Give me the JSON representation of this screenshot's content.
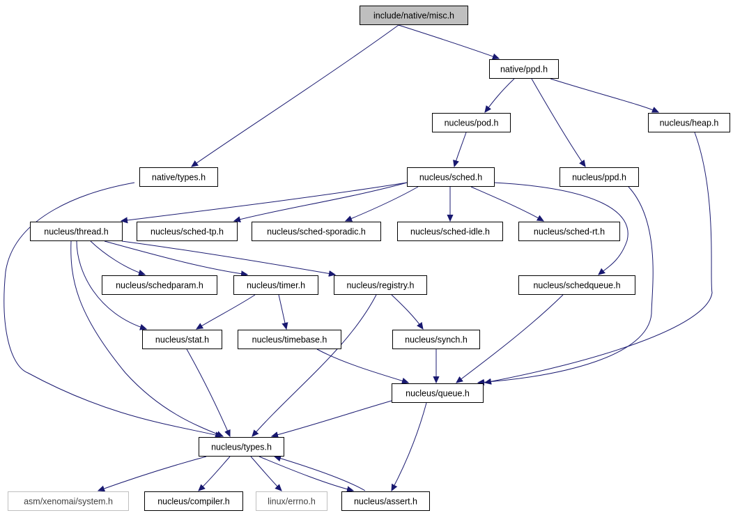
{
  "colors": {
    "edge": "#191970",
    "root_fill": "#bfbfbf",
    "external_border": "#bfbfbf"
  },
  "nodes": {
    "misc": {
      "label": "include/native/misc.h",
      "kind": "root"
    },
    "native_ppd": {
      "label": "native/ppd.h"
    },
    "nucleus_pod": {
      "label": "nucleus/pod.h"
    },
    "nucleus_heap": {
      "label": "nucleus/heap.h"
    },
    "native_types": {
      "label": "native/types.h"
    },
    "nucleus_sched": {
      "label": "nucleus/sched.h"
    },
    "nucleus_ppd": {
      "label": "nucleus/ppd.h"
    },
    "nucleus_thread": {
      "label": "nucleus/thread.h"
    },
    "nucleus_sched_tp": {
      "label": "nucleus/sched-tp.h"
    },
    "nucleus_sched_sporadic": {
      "label": "nucleus/sched-sporadic.h"
    },
    "nucleus_sched_idle": {
      "label": "nucleus/sched-idle.h"
    },
    "nucleus_sched_rt": {
      "label": "nucleus/sched-rt.h"
    },
    "nucleus_schedparam": {
      "label": "nucleus/schedparam.h"
    },
    "nucleus_timer": {
      "label": "nucleus/timer.h"
    },
    "nucleus_registry": {
      "label": "nucleus/registry.h"
    },
    "nucleus_schedqueue": {
      "label": "nucleus/schedqueue.h"
    },
    "nucleus_stat": {
      "label": "nucleus/stat.h"
    },
    "nucleus_timebase": {
      "label": "nucleus/timebase.h"
    },
    "nucleus_synch": {
      "label": "nucleus/synch.h"
    },
    "nucleus_queue": {
      "label": "nucleus/queue.h"
    },
    "nucleus_types": {
      "label": "nucleus/types.h"
    },
    "asm_system": {
      "label": "asm/xenomai/system.h",
      "kind": "external"
    },
    "nucleus_compiler": {
      "label": "nucleus/compiler.h"
    },
    "linux_errno": {
      "label": "linux/errno.h",
      "kind": "external"
    },
    "nucleus_assert": {
      "label": "nucleus/assert.h"
    }
  },
  "edges": [
    [
      "misc",
      "native_ppd"
    ],
    [
      "misc",
      "native_types"
    ],
    [
      "native_ppd",
      "nucleus_pod"
    ],
    [
      "native_ppd",
      "nucleus_ppd"
    ],
    [
      "native_ppd",
      "nucleus_heap"
    ],
    [
      "nucleus_pod",
      "nucleus_sched"
    ],
    [
      "nucleus_heap",
      "nucleus_queue"
    ],
    [
      "native_types",
      "nucleus_types"
    ],
    [
      "nucleus_sched",
      "nucleus_thread"
    ],
    [
      "nucleus_sched",
      "nucleus_sched_tp"
    ],
    [
      "nucleus_sched",
      "nucleus_sched_sporadic"
    ],
    [
      "nucleus_sched",
      "nucleus_sched_idle"
    ],
    [
      "nucleus_sched",
      "nucleus_sched_rt"
    ],
    [
      "nucleus_sched",
      "nucleus_schedqueue"
    ],
    [
      "nucleus_ppd",
      "nucleus_queue"
    ],
    [
      "nucleus_thread",
      "nucleus_schedparam"
    ],
    [
      "nucleus_thread",
      "nucleus_timer"
    ],
    [
      "nucleus_thread",
      "nucleus_registry"
    ],
    [
      "nucleus_thread",
      "nucleus_stat"
    ],
    [
      "nucleus_thread",
      "nucleus_types"
    ],
    [
      "nucleus_timer",
      "nucleus_stat"
    ],
    [
      "nucleus_timer",
      "nucleus_timebase"
    ],
    [
      "nucleus_registry",
      "nucleus_synch"
    ],
    [
      "nucleus_registry",
      "nucleus_types"
    ],
    [
      "nucleus_schedqueue",
      "nucleus_queue"
    ],
    [
      "nucleus_stat",
      "nucleus_types"
    ],
    [
      "nucleus_timebase",
      "nucleus_queue"
    ],
    [
      "nucleus_synch",
      "nucleus_queue"
    ],
    [
      "nucleus_queue",
      "nucleus_types"
    ],
    [
      "nucleus_queue",
      "nucleus_assert"
    ],
    [
      "nucleus_types",
      "asm_system"
    ],
    [
      "nucleus_types",
      "nucleus_compiler"
    ],
    [
      "nucleus_types",
      "linux_errno"
    ],
    [
      "nucleus_types",
      "nucleus_assert"
    ],
    [
      "nucleus_assert",
      "nucleus_types"
    ]
  ]
}
